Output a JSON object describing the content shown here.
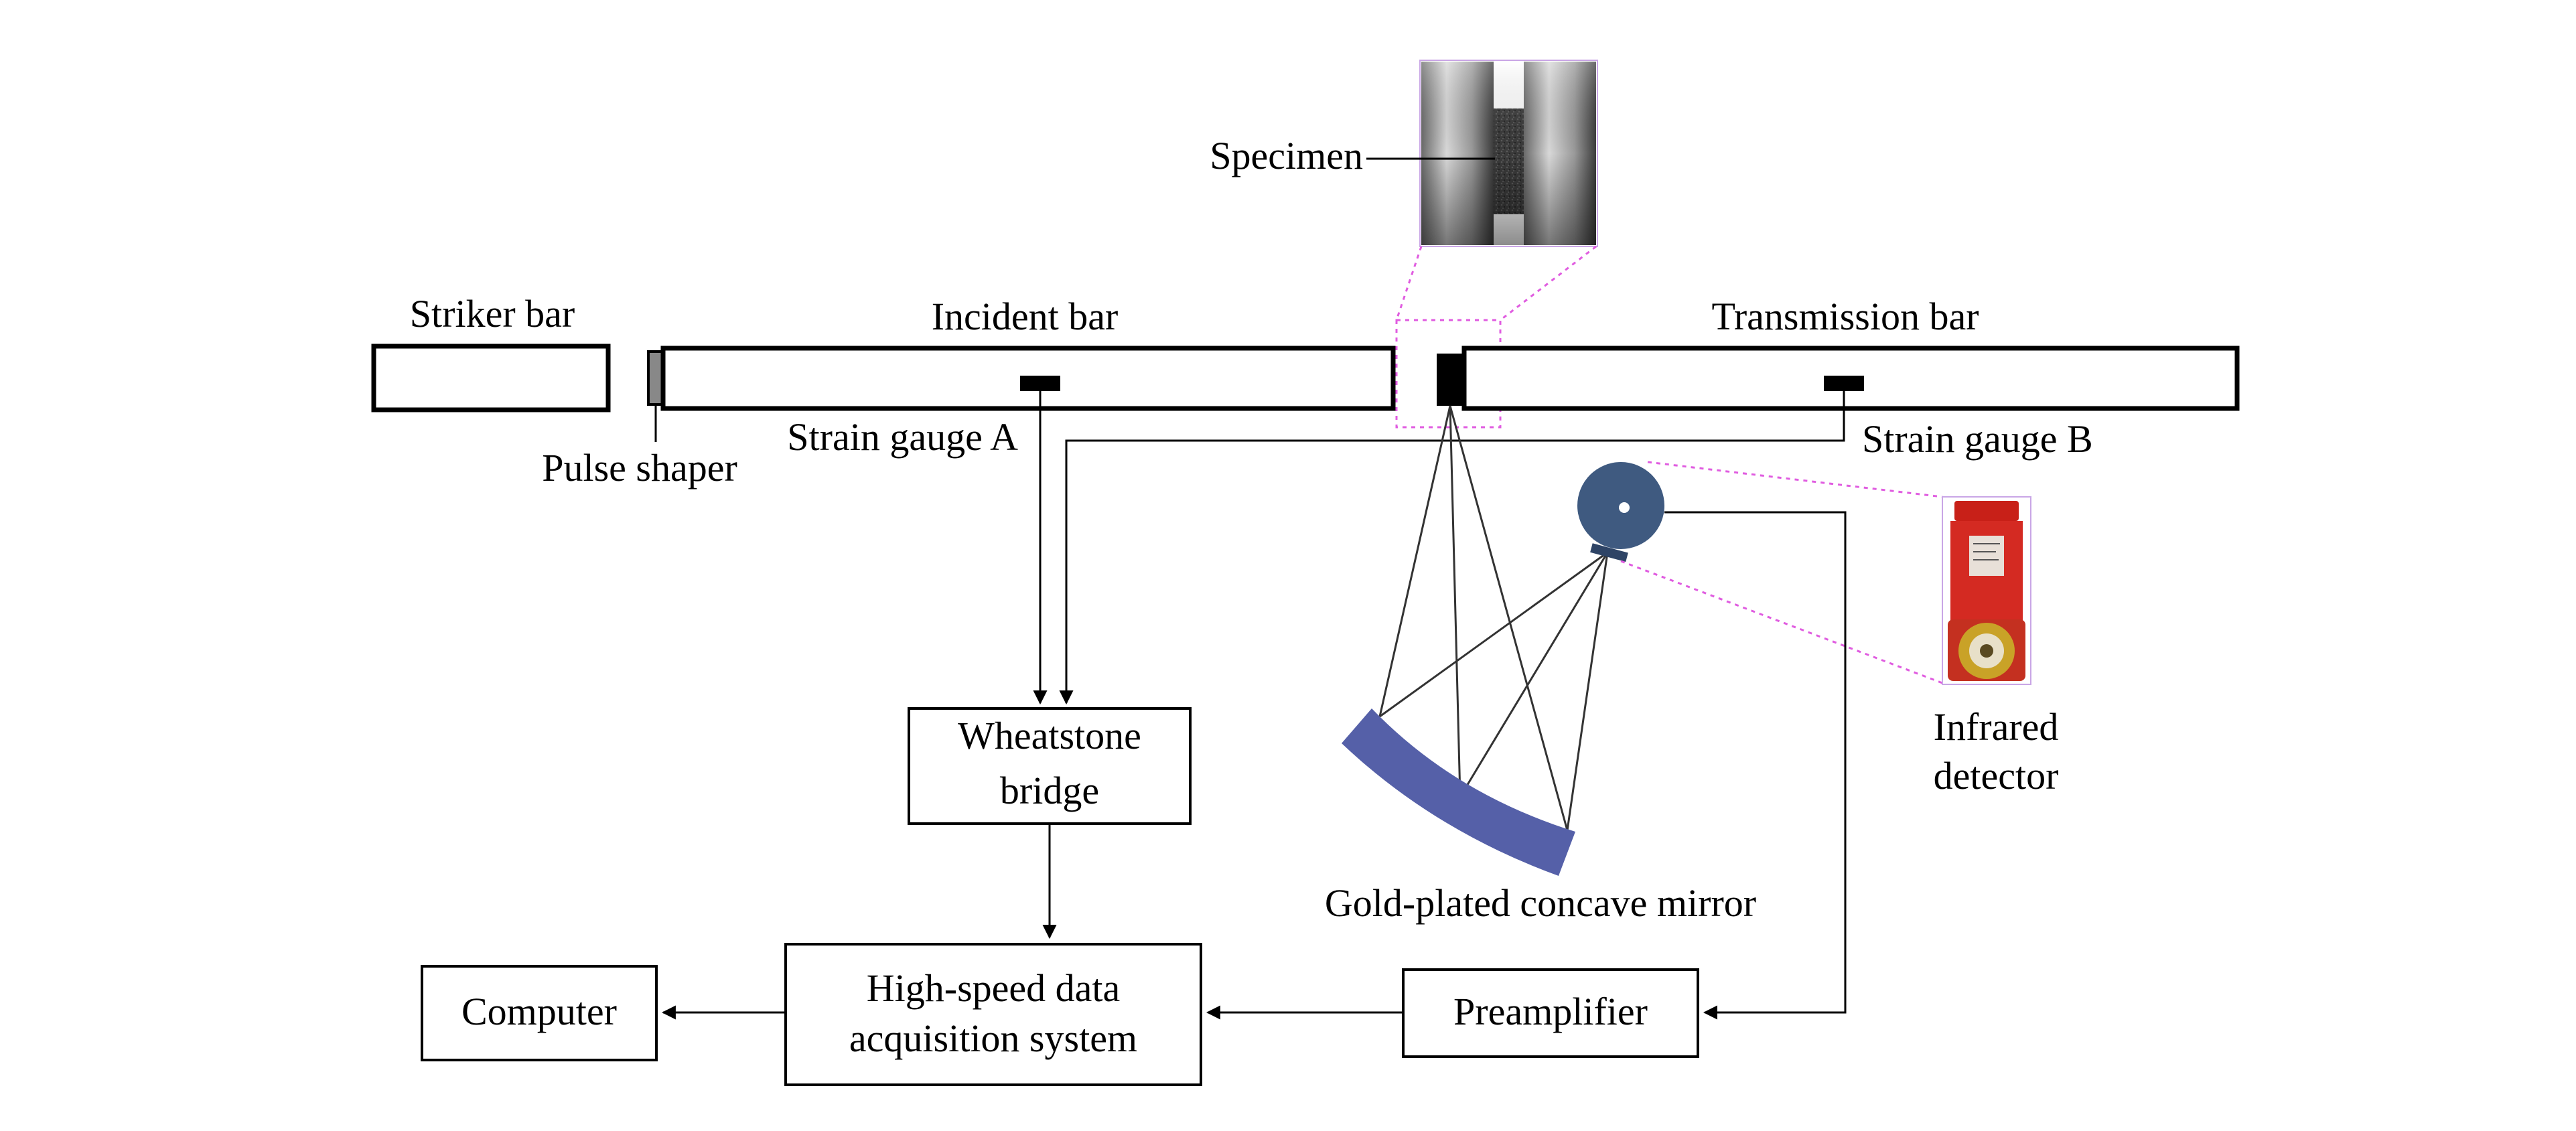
{
  "labels": {
    "specimen": "Specimen",
    "striker_bar": "Striker bar",
    "incident_bar": "Incident bar",
    "transmission_bar": "Transmission bar",
    "pulse_shaper": "Pulse shaper",
    "strain_gauge_a": "Strain gauge A",
    "strain_gauge_b": "Strain gauge B",
    "infrared_detector_line1": "Infrared",
    "infrared_detector_line2": "detector",
    "mirror": "Gold-plated concave mirror",
    "wheatstone_line1": "Wheatstone",
    "wheatstone_line2": "bridge",
    "daq_line1": "High-speed data",
    "daq_line2": "acquisition system",
    "computer": "Computer",
    "preamplifier": "Preamplifier"
  },
  "colors": {
    "line": "#000000",
    "mirror": "#5560a8",
    "lens": "#3f5a80",
    "leader_dotted": "#e05ce0",
    "detector_body": "#d42a22",
    "detector_ring": "#c9a227"
  },
  "icons": {
    "specimen_photo": "specimen-photo-icon",
    "infrared_detector": "infrared-detector-icon",
    "lens": "lens-icon",
    "mirror": "concave-mirror-icon"
  }
}
